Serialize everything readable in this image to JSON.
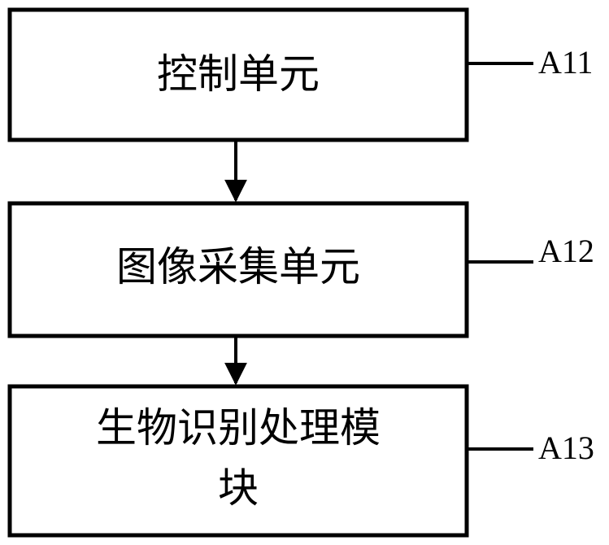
{
  "blocks": [
    {
      "lines": [
        "控制单元"
      ],
      "ref": "A11"
    },
    {
      "lines": [
        "图像采集单元"
      ],
      "ref": "A12"
    },
    {
      "lines": [
        "生物识别处理模",
        "块"
      ],
      "ref": "A13"
    }
  ]
}
